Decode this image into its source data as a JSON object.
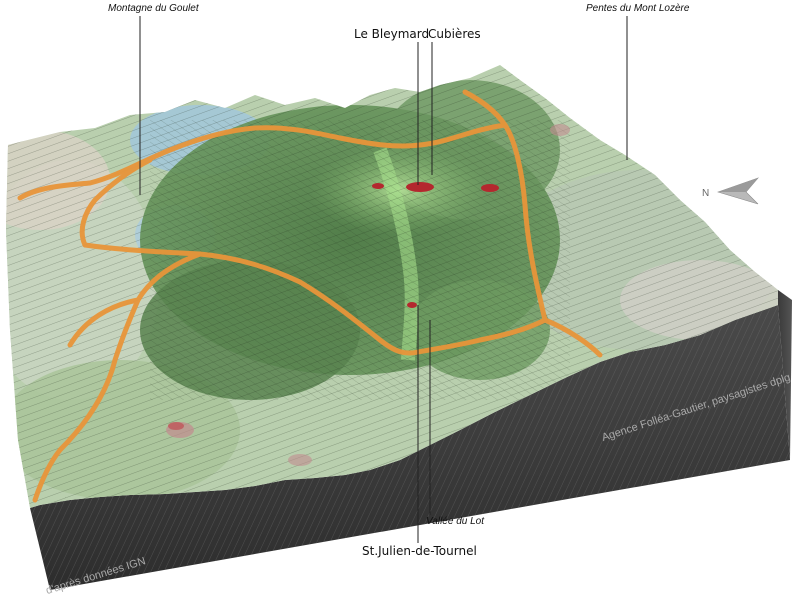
{
  "map": {
    "labels": {
      "montagne": "Montagne du Goulet",
      "pentes": "Pentes du Mont Lozère",
      "bleymard": "Le Bleymard",
      "cubieres": "Cubières",
      "vallee": "Vallée du Lot",
      "stjulien": "St.Julien-de-Tournel"
    },
    "north_letter": "N",
    "credits": {
      "agency": "Agence Folléa-Gautier, paysagistes dplg",
      "source": "d'après données IGN"
    },
    "colors": {
      "road": "#e8953a",
      "forest": "#5f8a55",
      "meadow": "#a8c89a",
      "valley_green": "#8fcf7a",
      "scree": "#c9c2b8",
      "water": "#9fc6e0",
      "village": "#b4282e",
      "block_side": "#3b3b3b"
    }
  }
}
